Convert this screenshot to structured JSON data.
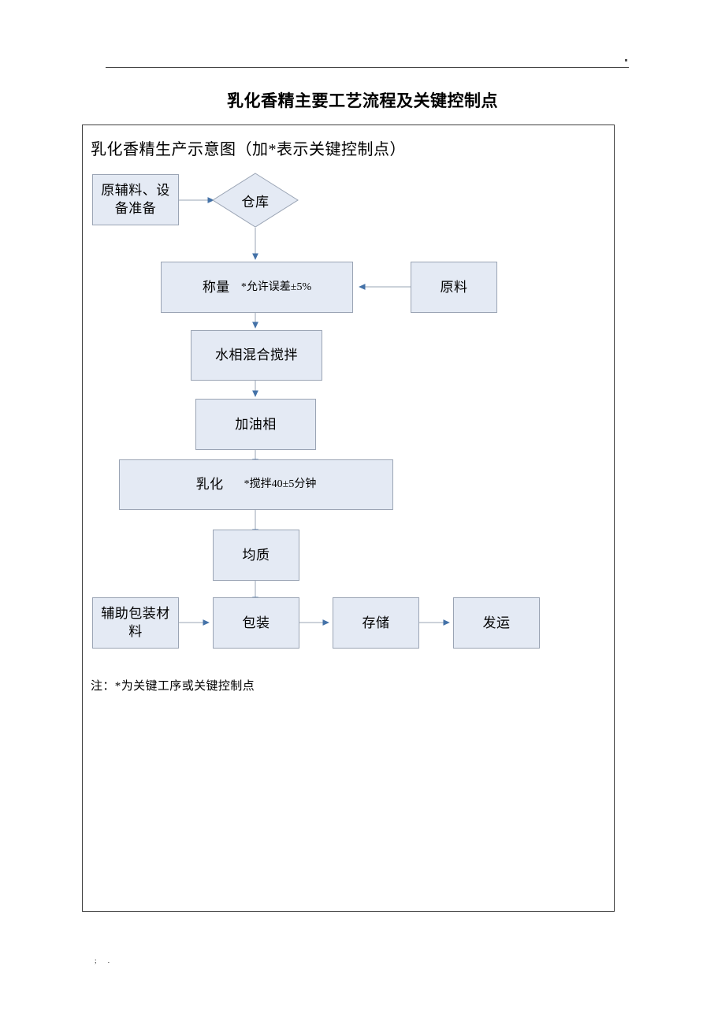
{
  "page": {
    "title": "乳化香精主要工艺流程及关键控制点",
    "frame_title": "乳化香精生产示意图（加*表示关键控制点）",
    "note": "注：*为关键工序或关键控制点",
    "footer_mark": "; ."
  },
  "colors": {
    "node_fill": "#e4eaf4",
    "node_border": "#9aa4b4",
    "connector": "#9aa4b4",
    "arrowhead": "#4472a8",
    "frame_border": "#3f3f3f",
    "text": "#000000"
  },
  "diagram": {
    "type": "flowchart",
    "nodes": [
      {
        "id": "prep",
        "shape": "rect",
        "label": "原辅料、设\n备准备",
        "label_main": "原辅料、设备准备"
      },
      {
        "id": "warehouse",
        "shape": "diamond",
        "label": "仓库",
        "label_main": "仓库"
      },
      {
        "id": "weighing",
        "shape": "rect",
        "label_main": "称量",
        "label_sub": "*允许误差±5%"
      },
      {
        "id": "material",
        "shape": "rect",
        "label_main": "原料"
      },
      {
        "id": "watermix",
        "shape": "rect",
        "label_main": "水相混合搅拌"
      },
      {
        "id": "addoil",
        "shape": "rect",
        "label_main": "加油相"
      },
      {
        "id": "emulsify",
        "shape": "rect",
        "label_main": "乳化",
        "label_sub": "*搅拌40±5分钟"
      },
      {
        "id": "homogenize",
        "shape": "rect",
        "label_main": "均质"
      },
      {
        "id": "auxpack",
        "shape": "rect",
        "label_main": "辅助包装材料"
      },
      {
        "id": "packaging",
        "shape": "rect",
        "label_main": "包装"
      },
      {
        "id": "storage",
        "shape": "rect",
        "label_main": "存储"
      },
      {
        "id": "shipping",
        "shape": "rect",
        "label_main": "发运"
      }
    ],
    "edges": [
      {
        "from": "prep",
        "to": "warehouse",
        "direction": "right"
      },
      {
        "from": "warehouse",
        "to": "weighing",
        "direction": "down"
      },
      {
        "from": "material",
        "to": "weighing",
        "direction": "left"
      },
      {
        "from": "weighing",
        "to": "watermix",
        "direction": "down"
      },
      {
        "from": "watermix",
        "to": "addoil",
        "direction": "down"
      },
      {
        "from": "addoil",
        "to": "emulsify",
        "direction": "down"
      },
      {
        "from": "emulsify",
        "to": "homogenize",
        "direction": "down"
      },
      {
        "from": "homogenize",
        "to": "packaging",
        "direction": "down"
      },
      {
        "from": "auxpack",
        "to": "packaging",
        "direction": "right"
      },
      {
        "from": "packaging",
        "to": "storage",
        "direction": "right"
      },
      {
        "from": "storage",
        "to": "shipping",
        "direction": "right"
      }
    ]
  }
}
